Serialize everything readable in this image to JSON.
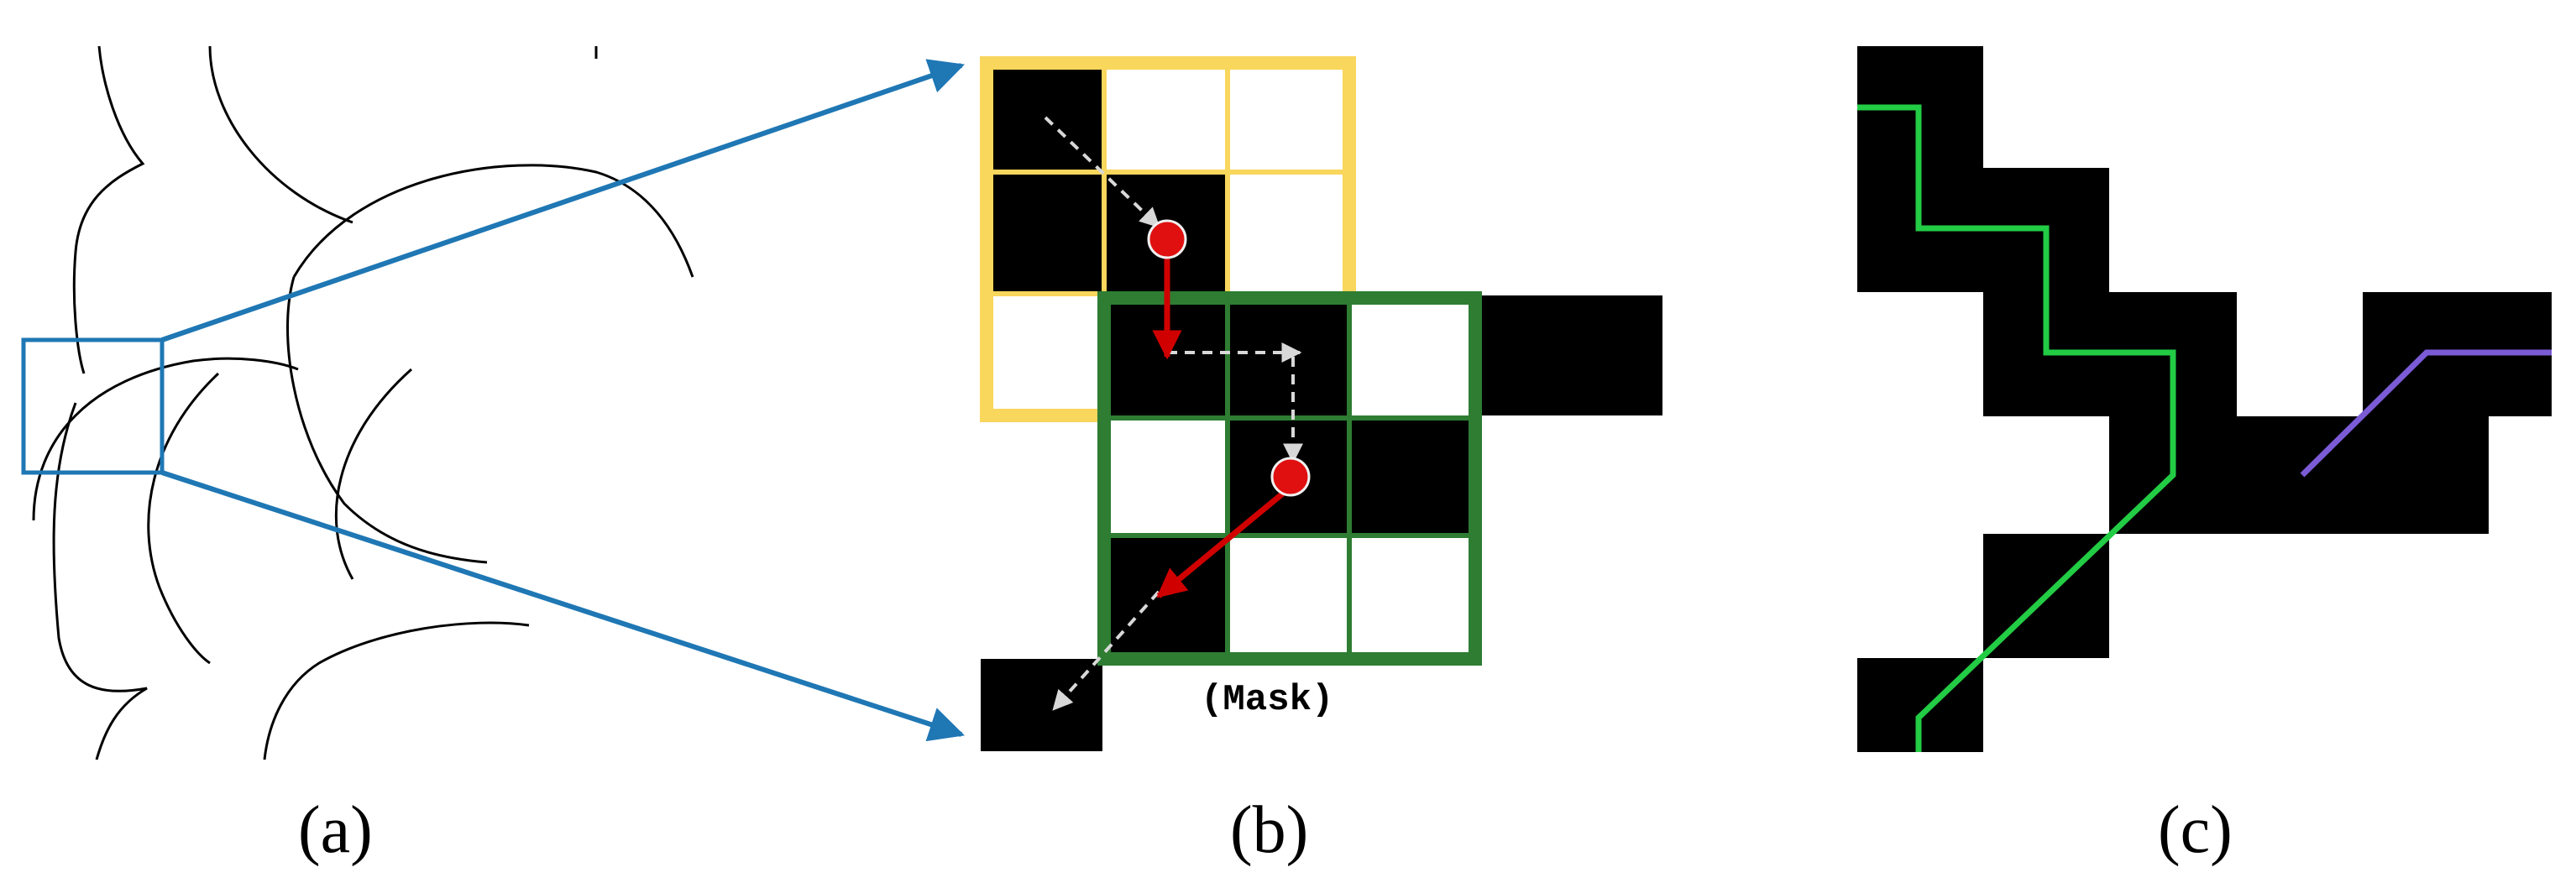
{
  "labels": {
    "panel_a": "(a)",
    "panel_b": "(b)",
    "panel_c": "(c)",
    "mask": "(Mask)"
  },
  "colors": {
    "zoom_box": "#1f77b4",
    "upper_mask": "#f9d65c",
    "lower_mask": "#2e7d32",
    "tracked_point": "#e01010",
    "trace_arrow": "#d00000",
    "candidate_arrow": "#d8d8d8",
    "path_green": "#22cc44",
    "path_purple": "#7b5bd6",
    "pixel_on": "#000000",
    "pixel_off": "#ffffff"
  }
}
